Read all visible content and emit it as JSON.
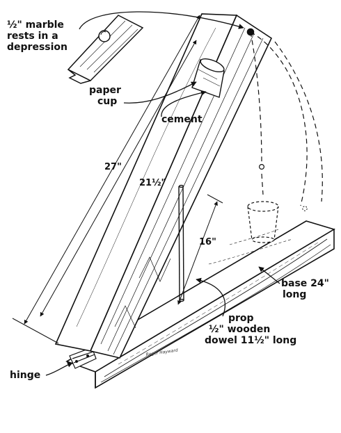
{
  "labels": {
    "marble_line1": "½\" marble",
    "marble_line2": "rests in a",
    "marble_line3": "depression",
    "paper_cup_line1": "paper",
    "paper_cup_line2": "cup",
    "cement": "cement",
    "dim_27": "27\"",
    "dim_21_half": "21½\"",
    "dim_16": "16\"",
    "base_line1": "base 24\"",
    "base_line2": "long",
    "prop_line1": "prop",
    "prop_line2": "½\" wooden",
    "prop_line3": "dowel 11½\" long",
    "hinge": "hinge",
    "signature": "Roger Hayward"
  },
  "colors": {
    "ink": "#111111",
    "paper": "#ffffff"
  }
}
